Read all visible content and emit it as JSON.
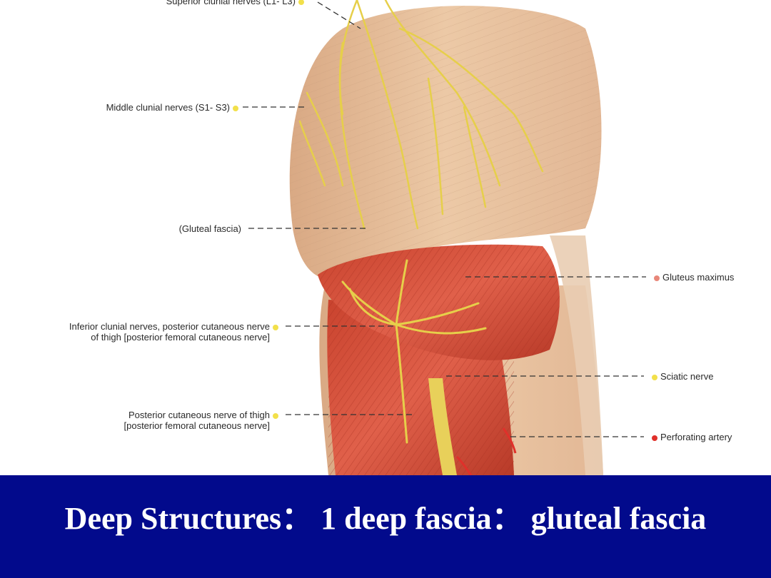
{
  "colors": {
    "banner": "#020a8c",
    "nerve_dot": "#f2e04a",
    "muscle_dot": "#e8877a",
    "artery_dot": "#e0302a"
  },
  "labels": {
    "superior_clunial": "Superior clunial nerves (L1- L3)",
    "middle_clunial": "Middle clunial nerves (S1- S3)",
    "gluteal_fascia": "(Gluteal fascia)",
    "inferior_clunial_line1": "Inferior clunial nerves, posterior cutaneous nerve",
    "inferior_clunial_line2": "of thigh [posterior femoral cutaneous nerve]",
    "posterior_cutaneous_line1": "Posterior cutaneous nerve of thigh",
    "posterior_cutaneous_line2": "[posterior femoral cutaneous nerve]",
    "gluteus_maximus": "Gluteus maximus",
    "sciatic_nerve": "Sciatic nerve",
    "perforating_artery": "Perforating artery"
  },
  "banner": {
    "title": "Deep Structures： 1 deep fascia： gluteal fascia"
  }
}
